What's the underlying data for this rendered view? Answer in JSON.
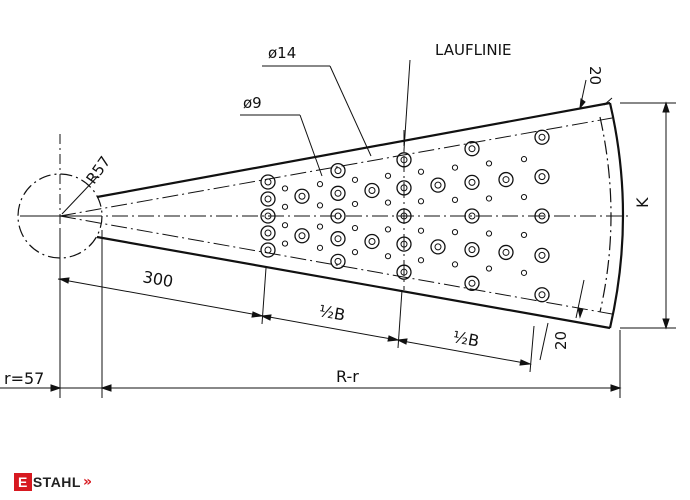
{
  "labels": {
    "d14": "ø14",
    "lauflinie": "LAUFLINIE",
    "d9": "ø9",
    "r57_arc": "R57",
    "top_offset": "20",
    "k": "K",
    "d300": "300",
    "half_b_1": "½B",
    "half_b_2": "½B",
    "bottom_offset": "20",
    "r_equals": "r=57",
    "r_minus_r": "R-r"
  },
  "brand": {
    "letter": "E",
    "text": "STAHL",
    "arrows": "»",
    "accent_color": "#d71920"
  },
  "colors": {
    "line": "#111111",
    "background": "#ffffff"
  }
}
